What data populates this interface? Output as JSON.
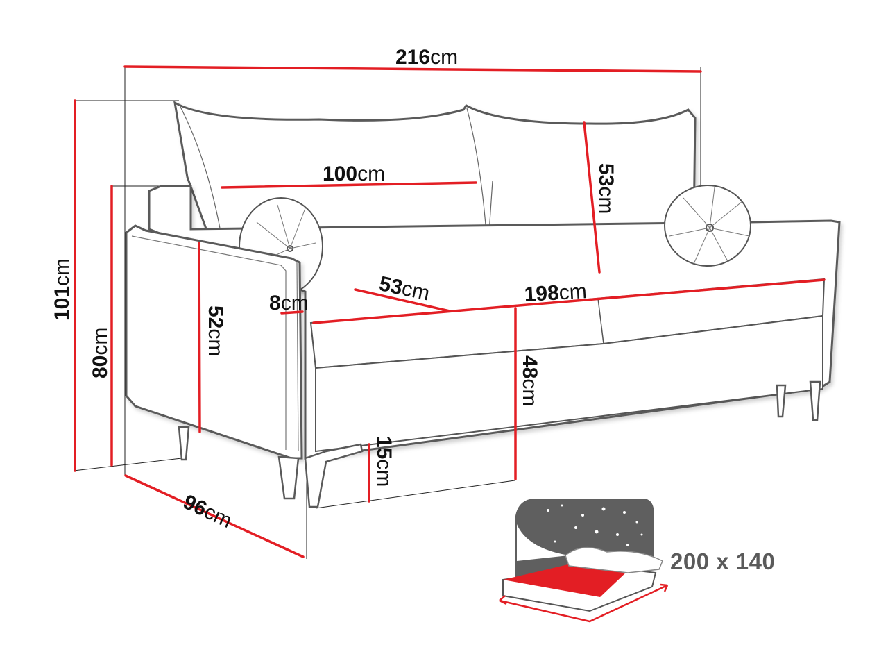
{
  "diagram": {
    "type": "product-dimension-drawing",
    "subject": "sofa bed",
    "colors": {
      "dimension_line": "#e31e24",
      "outline": "#555555",
      "helper_line": "#222222",
      "text": "#111111",
      "bed_icon_night": "#5f5f5f",
      "bed_icon_sheet": "#e31e24",
      "bed_icon_text": "#5a5a5a"
    },
    "dimensions": {
      "total_width": {
        "value": "216",
        "unit": "cm"
      },
      "total_height": {
        "value": "101",
        "unit": "cm"
      },
      "armrest_height": {
        "value": "80",
        "unit": "cm"
      },
      "depth": {
        "value": "96",
        "unit": "cm"
      },
      "armrest_side": {
        "value": "52",
        "unit": "cm"
      },
      "armrest_width": {
        "value": "8",
        "unit": "cm"
      },
      "seat_depth": {
        "value": "53",
        "unit": "cm"
      },
      "seat_width": {
        "value": "198",
        "unit": "cm"
      },
      "cushion_width": {
        "value": "100",
        "unit": "cm"
      },
      "cushion_height": {
        "value": "53",
        "unit": "cm"
      },
      "seat_height": {
        "value": "48",
        "unit": "cm"
      },
      "leg_height": {
        "value": "15",
        "unit": "cm"
      }
    },
    "sleeping_area": {
      "icon": "bed-with-night-sky-icon",
      "label": "200 x 140"
    }
  }
}
